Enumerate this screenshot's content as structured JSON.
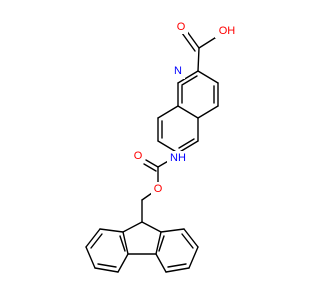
{
  "colors": {
    "bond": "#000000",
    "oxygen": "#ff0000",
    "nitrogen": "#0000ff",
    "background": "#ffffff"
  },
  "atoms": {
    "carbonyl_oxygen_acid": "O",
    "hydroxyl_oxygen": "OH",
    "quinoline_nitrogen": "N",
    "amide_nitrogen": "NH",
    "carbonyl_oxygen_carbamate": "O",
    "ester_oxygen": "O"
  }
}
